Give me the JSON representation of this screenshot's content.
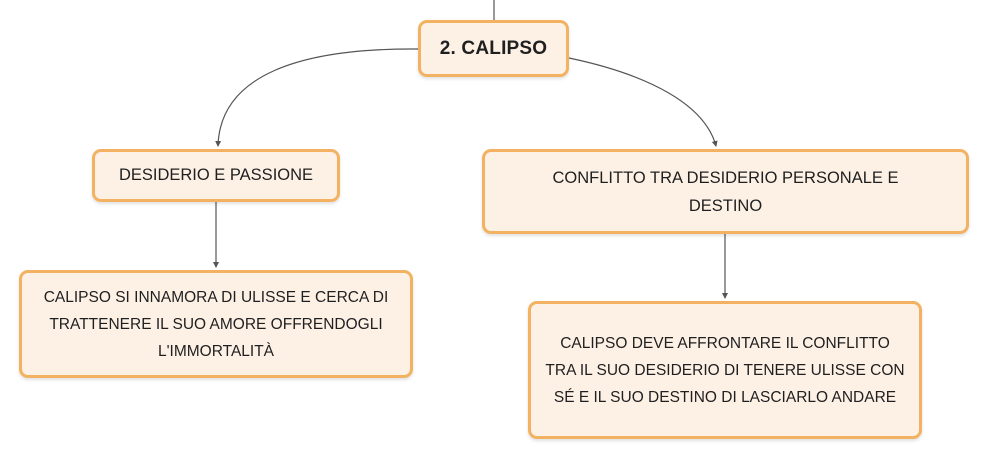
{
  "map": {
    "root": {
      "label": "2. CALIPSO"
    },
    "branches": [
      {
        "label": "DESIDERIO E PASSIONE",
        "detail": "CALIPSO SI INNAMORA DI ULISSE E CERCA DI TRATTENERE IL SUO AMORE OFFRENDOGLI L'IMMORTALITÀ"
      },
      {
        "label": "CONFLITTO TRA DESIDERIO PERSONALE E DESTINO",
        "detail": "CALIPSO DEVE AFFRONTARE IL CONFLITTO TRA IL SUO DESIDERIO DI TENERE ULISSE CON SÉ E IL SUO DESTINO DI LASCIARLO ANDARE"
      }
    ]
  },
  "colors": {
    "node_fill": "#fdf1e6",
    "node_border": "#f2b261",
    "connector": "#555555",
    "text": "#1f1f1f"
  }
}
